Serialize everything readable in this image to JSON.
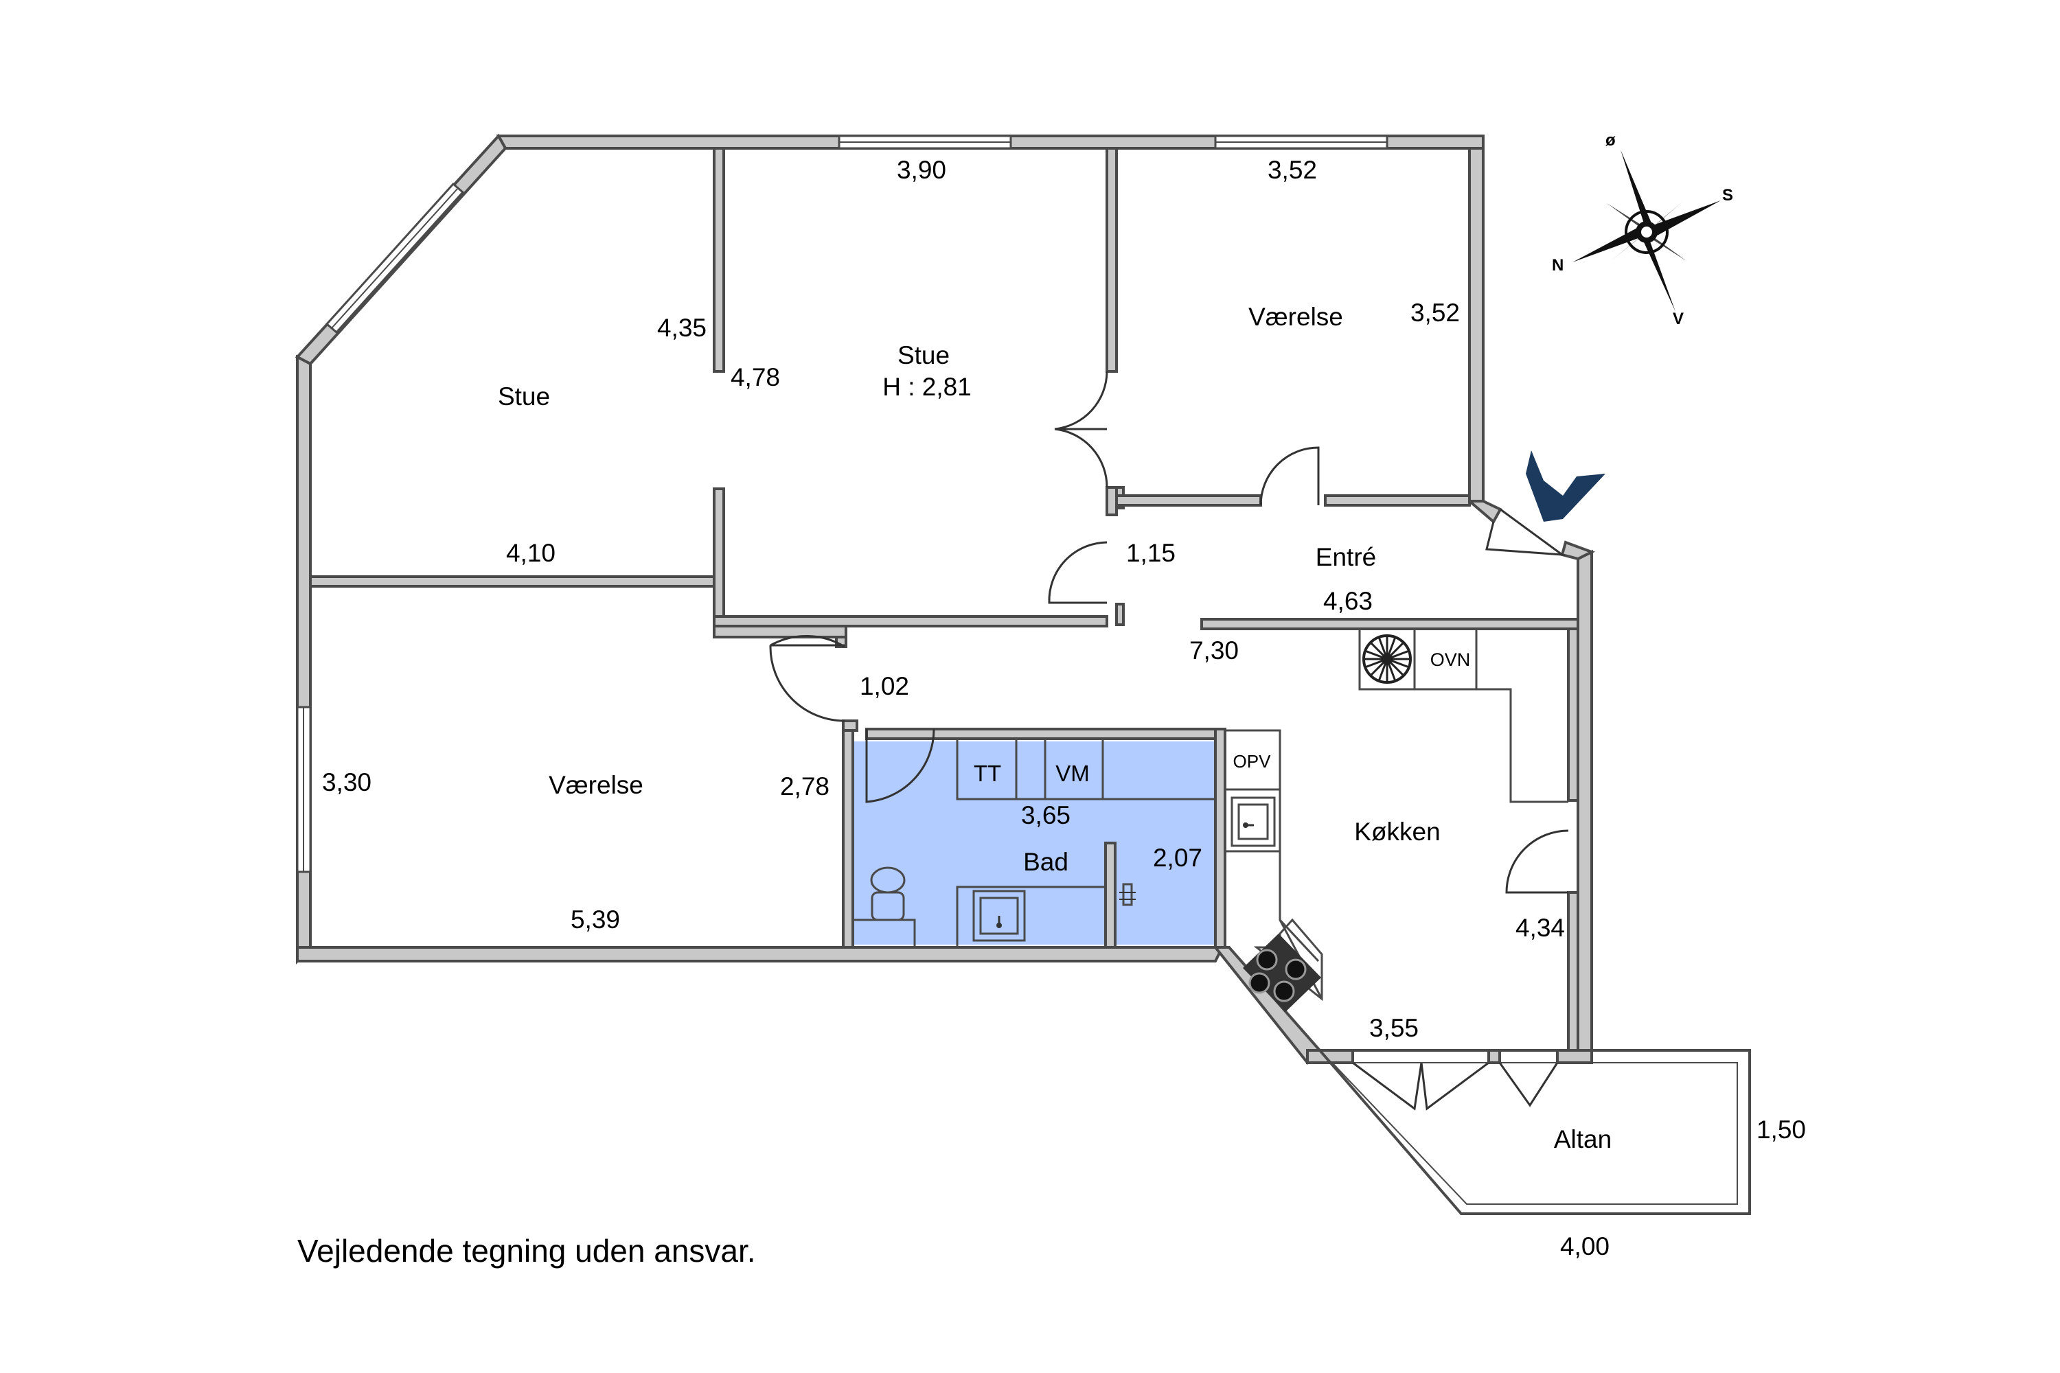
{
  "rooms": {
    "stue_left": "Stue",
    "stue_mid": "Stue",
    "stue_height": "H : 2,81",
    "vaerelse_top": "Værelse",
    "entre": "Entré",
    "vaerelse_bottom": "Værelse",
    "bad": "Bad",
    "kokken": "Køkken",
    "altan": "Altan"
  },
  "dimensions": {
    "d_390": "3,90",
    "d_352_top": "3,52",
    "d_352_side": "3,52",
    "d_435": "4,35",
    "d_478": "4,78",
    "d_410": "4,10",
    "d_115": "1,15",
    "d_463": "4,63",
    "d_730": "7,30",
    "d_102": "1,02",
    "d_330": "3,30",
    "d_278": "2,78",
    "d_365": "3,65",
    "d_207": "2,07",
    "d_539": "5,39",
    "d_434": "4,34",
    "d_355": "3,55",
    "d_150": "1,50",
    "d_400": "4,00"
  },
  "fixtures": {
    "tt": "TT",
    "vm": "VM",
    "ovn": "OVN",
    "opv": "OPV"
  },
  "compass": {
    "north": "N",
    "south": "S",
    "east": "ø",
    "west": "V"
  },
  "note": "Vejledende tegning uden ansvar.",
  "colors": {
    "wall": "#c8c8c8",
    "bath": "#b3ccff",
    "entrance_marker": "#1c3a5e"
  }
}
